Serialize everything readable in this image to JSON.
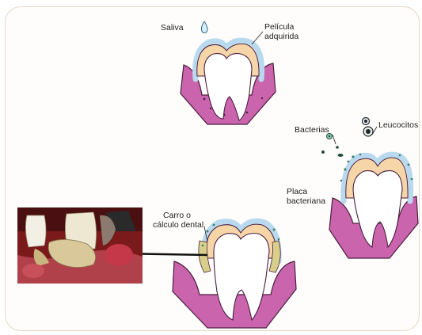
{
  "labels": {
    "saliva": "Saliva",
    "pelicula_line1": "Película",
    "pelicula_line2": "adquirida",
    "bacterias": "Bacterias",
    "leucocitos": "Leucocitos",
    "placa_line1": "Placa",
    "placa_line2": "bacteriana",
    "carro_line1": "Carro o",
    "carro_line2": "cálculo dental"
  },
  "colors": {
    "gum": "#c964ad",
    "gum_outline": "#4a2040",
    "pellicle": "#b9d9ee",
    "enamel": "#f6d6a8",
    "dentin": "#ffffff",
    "plaque": "#7bb4a8",
    "calculus": "#d8d08a",
    "frame_border": "#e6d7c8"
  }
}
